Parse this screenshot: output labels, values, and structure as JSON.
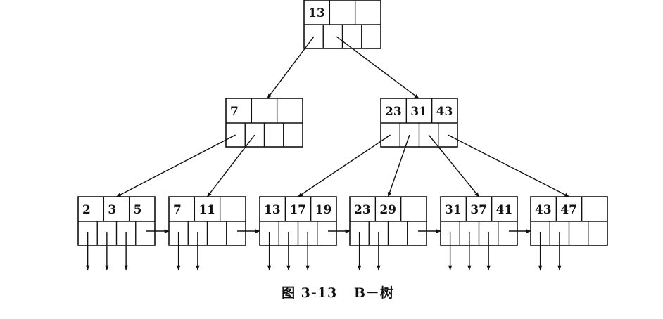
{
  "caption": {
    "figure_label": "图 3-13",
    "title": "B－树"
  },
  "tree": {
    "root": {
      "keys": [
        "13",
        "",
        ""
      ]
    },
    "level2": [
      {
        "keys": [
          "7",
          "",
          ""
        ]
      },
      {
        "keys": [
          "23",
          "31",
          "43"
        ]
      }
    ],
    "leaves": [
      {
        "keys": [
          "2",
          "3",
          "5"
        ],
        "down_pointers": 3
      },
      {
        "keys": [
          "7",
          "11",
          ""
        ],
        "down_pointers": 2
      },
      {
        "keys": [
          "13",
          "17",
          "19"
        ],
        "down_pointers": 3
      },
      {
        "keys": [
          "23",
          "29",
          ""
        ],
        "down_pointers": 2
      },
      {
        "keys": [
          "31",
          "37",
          "41"
        ],
        "down_pointers": 3
      },
      {
        "keys": [
          "43",
          "47",
          ""
        ],
        "down_pointers": 2
      }
    ]
  }
}
